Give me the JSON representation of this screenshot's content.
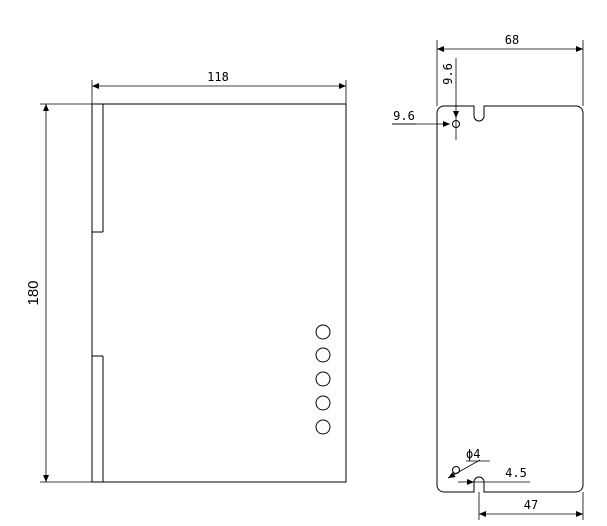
{
  "front_view": {
    "width_label": "118",
    "height_label": "180",
    "indicator_count": 5
  },
  "side_view": {
    "width_label": "68",
    "top_offset_label": "9.6",
    "left_offset_label": "9.6",
    "hole_label": "ϕ4",
    "slot_offset_label": "4.5",
    "slot_position_label": "47"
  }
}
